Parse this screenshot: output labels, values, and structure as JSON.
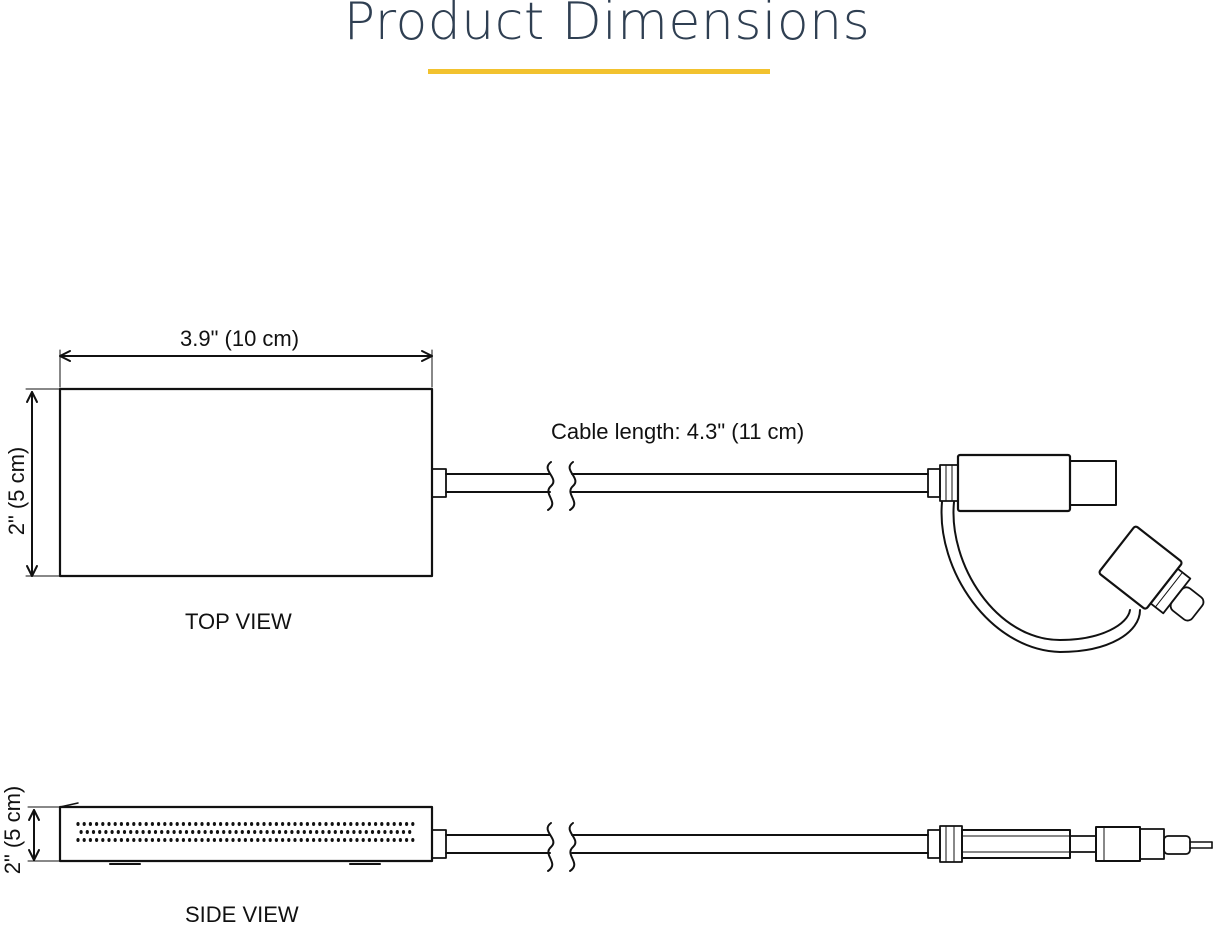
{
  "header": {
    "title": "Product Dimensions",
    "accent_color": "#f2c22e",
    "title_color": "#2f3f52"
  },
  "top_view": {
    "width_label": "3.9\" (10 cm)",
    "height_label": "2\" (5 cm)",
    "cable_label": "Cable length: 4.3\" (11 cm)",
    "view_label": "TOP VIEW"
  },
  "side_view": {
    "height_label": "2\" (5 cm)",
    "view_label": "SIDE VIEW"
  }
}
